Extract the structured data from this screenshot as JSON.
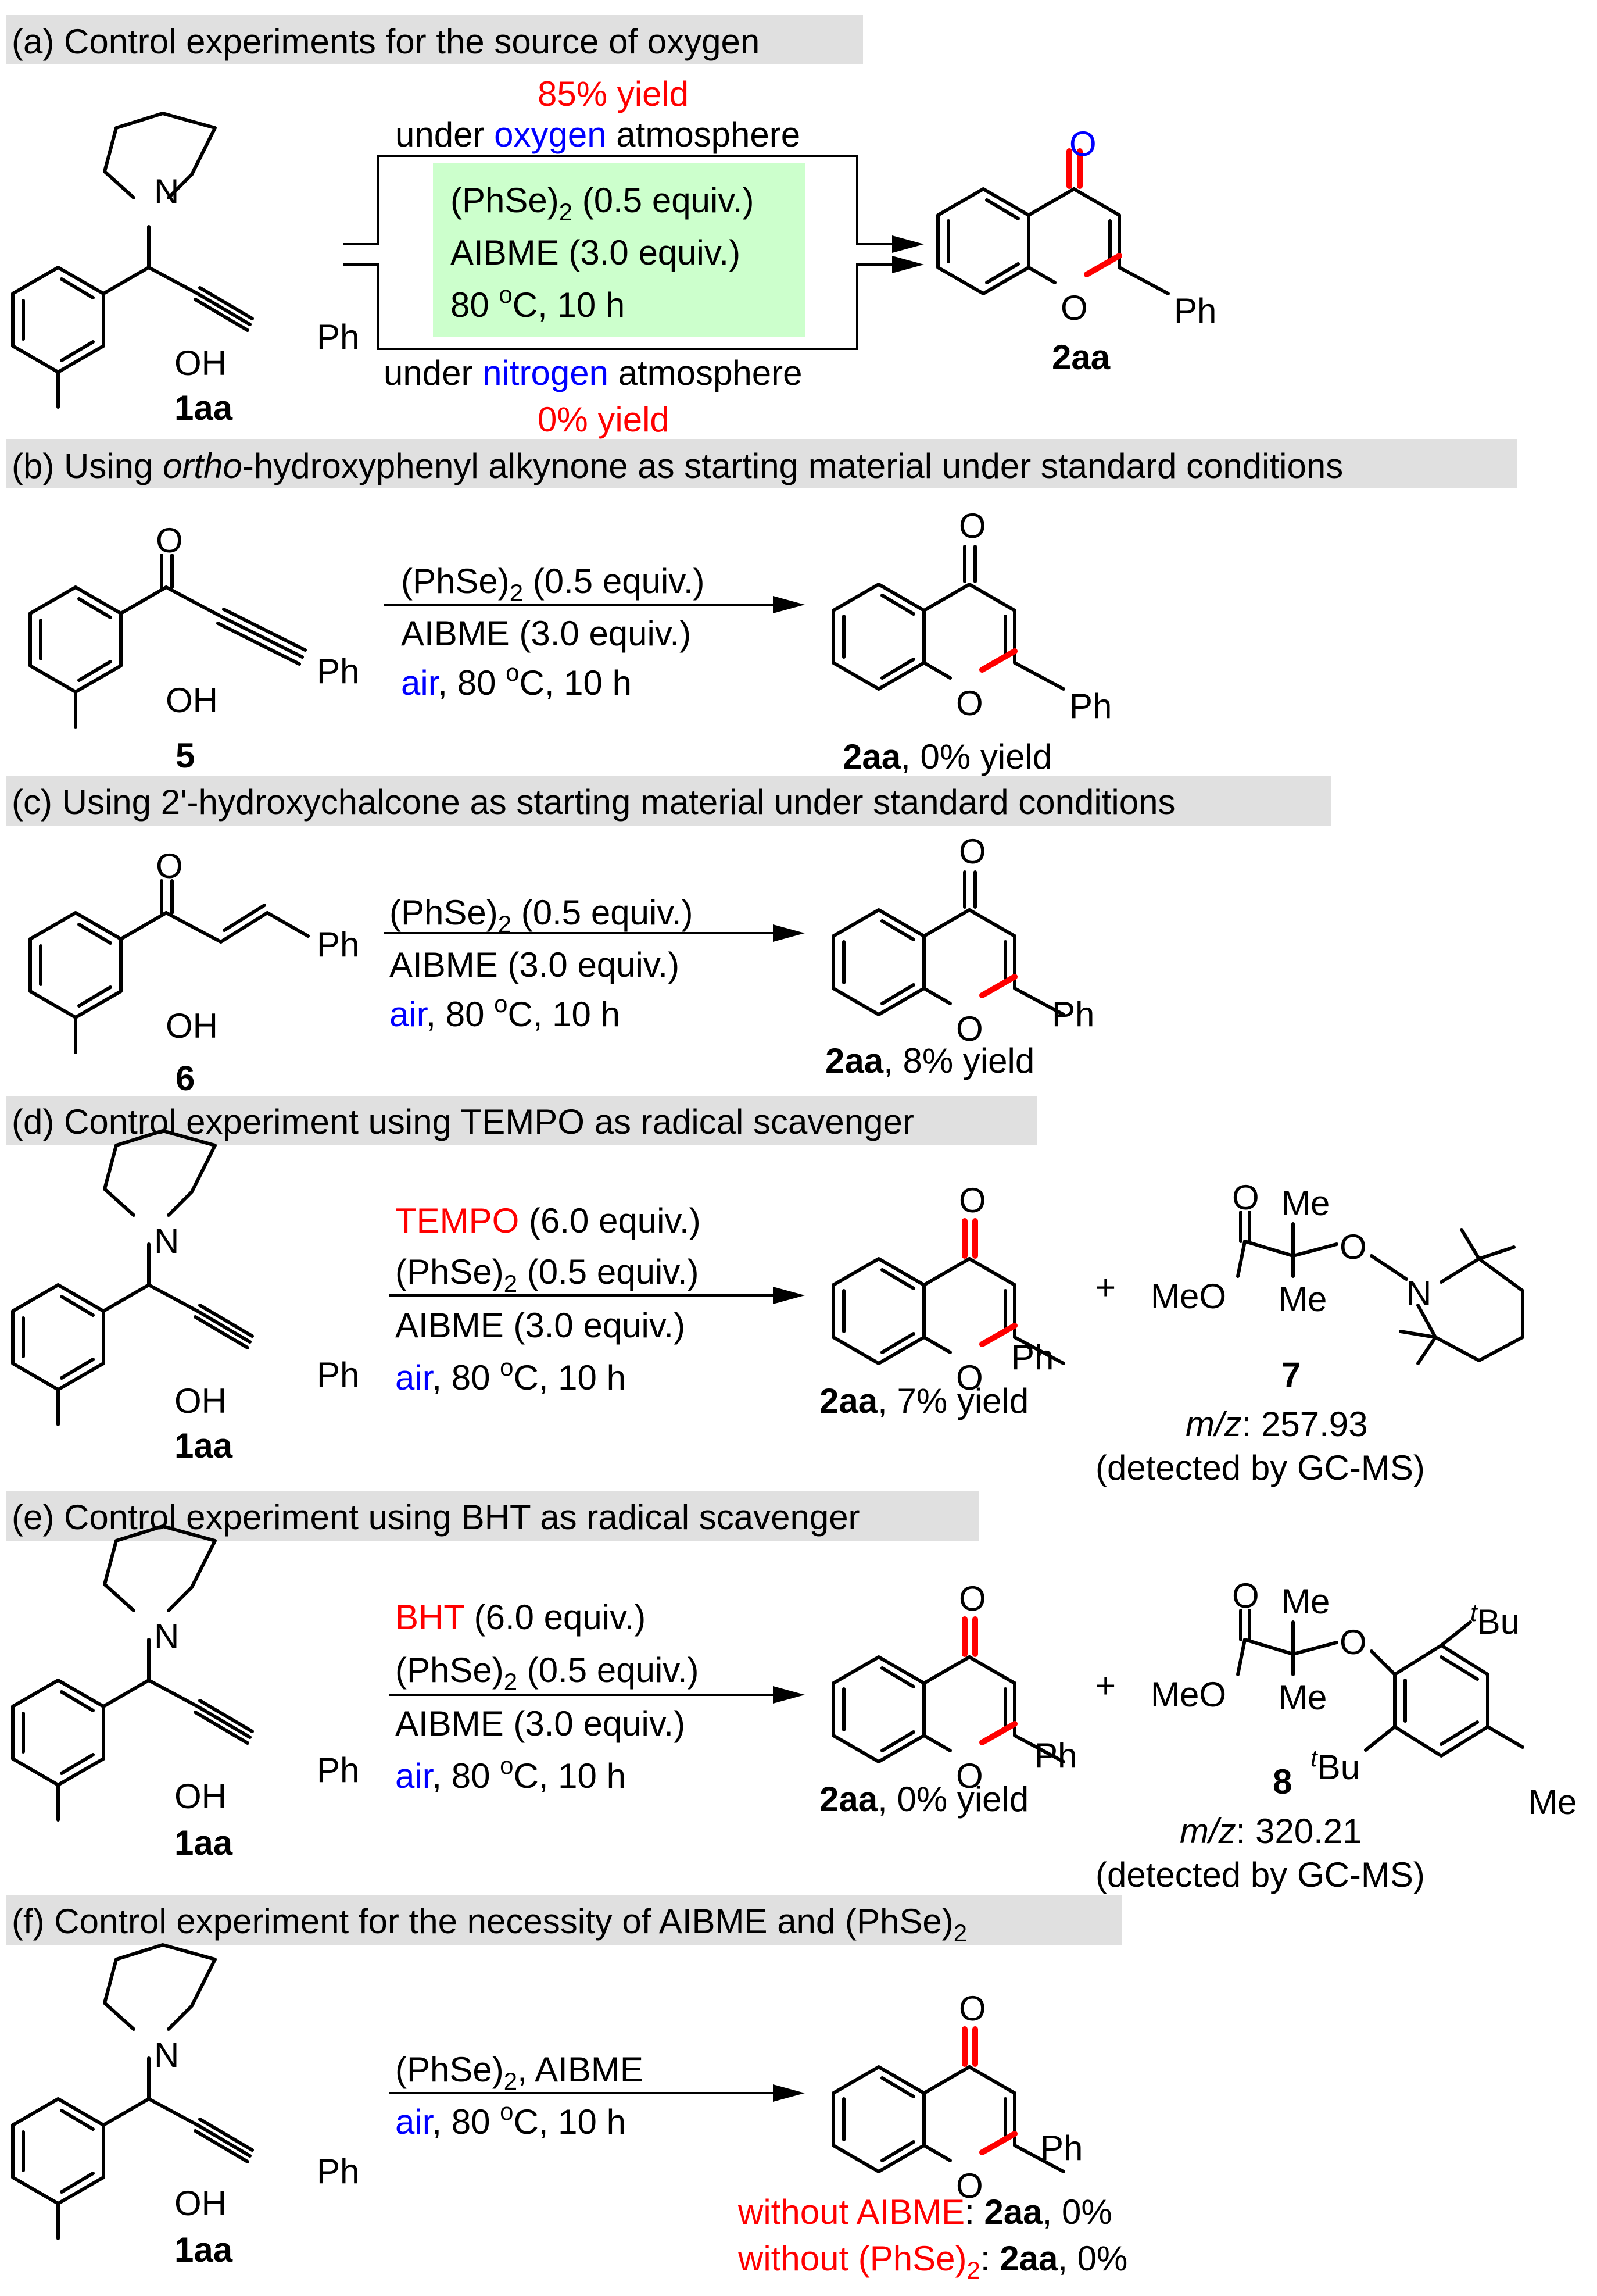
{
  "panels": {
    "a": {
      "header": "(a) Control experiments for the source of oxygen",
      "yield_top": "85% yield",
      "atm_top_pre": "under ",
      "atm_top_key": "oxygen",
      "atm_top_post": " atmosphere",
      "atm_bot_pre": "under ",
      "atm_bot_key": "nitrogen",
      "atm_bot_post": " atmosphere",
      "yield_bot": "0% yield",
      "cond1_main": "(PhSe)",
      "cond1_sub": "2",
      "cond1_rest": " (0.5 equiv.)",
      "cond2": "AIBME (3.0 equiv.)",
      "cond3_a": "80 ",
      "cond3_sup": "o",
      "cond3_b": "C, 10 h",
      "sm_label": "1aa",
      "product_label": "2aa",
      "atom_O_carbonyl": "O",
      "atom_O": "O",
      "atom_N": "N",
      "atom_Ph": "Ph",
      "atom_OH": "OH"
    },
    "b": {
      "header_pre": "(b) Using ",
      "header_ital": "ortho",
      "header_post": "-hydroxyphenyl alkynone as starting material under standard conditions",
      "cond1_main": "(PhSe)",
      "cond1_sub": "2",
      "cond1_rest": " (0.5 equiv.)",
      "cond2": "AIBME (3.0 equiv.)",
      "cond3_air": "air",
      "cond3_a": ", 80 ",
      "cond3_sup": "o",
      "cond3_b": "C, 10 h",
      "sm_label": "5",
      "product_label": "2aa",
      "product_yield": ", 0% yield",
      "atom_O": "O",
      "atom_Ph": "Ph",
      "atom_OH": "OH"
    },
    "c": {
      "header": "(c) Using 2'-hydroxychalcone as starting material under standard conditions",
      "cond1_main": "(PhSe)",
      "cond1_sub": "2",
      "cond1_rest": " (0.5 equiv.)",
      "cond2": "AIBME (3.0 equiv.)",
      "cond3_air": "air",
      "cond3_a": ", 80 ",
      "cond3_sup": "o",
      "cond3_b": "C, 10 h",
      "sm_label": "6",
      "product_label": "2aa",
      "product_yield": ", 8% yield",
      "atom_O": "O",
      "atom_Ph": "Ph",
      "atom_OH": "OH"
    },
    "d": {
      "header": "(d) Control experiment using TEMPO as radical scavenger",
      "cond0_key": "TEMPO",
      "cond0_rest": " (6.0 equiv.)",
      "cond1_main": "(PhSe)",
      "cond1_sub": "2",
      "cond1_rest": " (0.5 equiv.)",
      "cond2": "AIBME (3.0 equiv.)",
      "cond3_air": "air",
      "cond3_a": ", 80 ",
      "cond3_sup": "o",
      "cond3_b": "C, 10 h",
      "sm_label": "1aa",
      "product_label": "2aa",
      "product_yield": ", 7% yield",
      "plus": "+",
      "adduct_label": "7",
      "mz_label": "m/z",
      "mz_value": ": 257.93",
      "detected": "(detected by GC-MS)",
      "atom_O": "O",
      "atom_N": "N",
      "atom_Ph": "Ph",
      "atom_OH": "OH",
      "atom_Me": "Me",
      "atom_MeO": "MeO"
    },
    "e": {
      "header": "(e) Control experiment using BHT as radical scavenger",
      "cond0_key": "BHT",
      "cond0_rest": " (6.0 equiv.)",
      "cond1_main": "(PhSe)",
      "cond1_sub": "2",
      "cond1_rest": " (0.5 equiv.)",
      "cond2": "AIBME (3.0 equiv.)",
      "cond3_air": "air",
      "cond3_a": ", 80 ",
      "cond3_sup": "o",
      "cond3_b": "C, 10 h",
      "sm_label": "1aa",
      "product_label": "2aa",
      "product_yield": ", 0% yield",
      "plus": "+",
      "adduct_label": "8",
      "mz_label": "m/z",
      "mz_value": ": 320.21",
      "detected": "(detected by GC-MS)",
      "tbu_sup": "t",
      "tbu": "Bu",
      "atom_O": "O",
      "atom_N": "N",
      "atom_Ph": "Ph",
      "atom_OH": "OH",
      "atom_Me": "Me",
      "atom_MeO": "MeO"
    },
    "f": {
      "header_main": "(f) Control experiment for the necessity of AIBME and (PhSe)",
      "header_sub": "2",
      "cond1_main": "(PhSe)",
      "cond1_sub": "2",
      "cond1_rest": ", AIBME",
      "cond3_air": "air",
      "cond3_a": ", 80 ",
      "cond3_sup": "o",
      "cond3_b": "C, 10 h",
      "sm_label": "1aa",
      "res1_red": "without AIBME",
      "res1_colon": ": ",
      "res1_bold": "2aa",
      "res1_tail": ", 0%",
      "res2_red": "without (PhSe)",
      "res2_sub": "2",
      "res2_colon": ": ",
      "res2_bold": "2aa",
      "res2_tail": ", 0%",
      "atom_O": "O",
      "atom_N": "N",
      "atom_Ph": "Ph",
      "atom_OH": "OH"
    }
  },
  "colors": {
    "highlight_red": "#ff0000",
    "highlight_blue": "#0000ff",
    "header_bg": "#e0e0e0",
    "condition_box": "#ccffcc"
  }
}
